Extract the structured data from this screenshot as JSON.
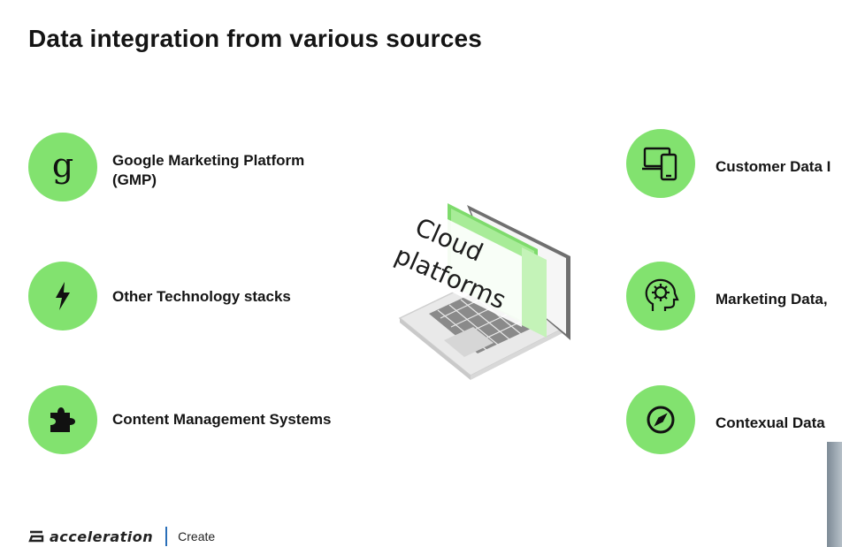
{
  "title": "Data integration from various sources",
  "left_items": [
    {
      "label": "Google Marketing Platform\n(GMP)",
      "icon": "google-g-icon"
    },
    {
      "label": "Other Technology stacks",
      "icon": "lightning-bolt-icon"
    },
    {
      "label": "Content Management Systems",
      "icon": "puzzle-piece-icon"
    }
  ],
  "right_items": [
    {
      "label": "Customer Data I",
      "icon": "devices-icon"
    },
    {
      "label": "Marketing Data,",
      "icon": "ai-head-icon"
    },
    {
      "label": "Contexual Data",
      "icon": "compass-icon"
    }
  ],
  "center": {
    "label_line1": "Cloud",
    "label_line2": "platforms",
    "icon": "laptop-icon"
  },
  "footer": {
    "brand": "acceleration",
    "tagline": "Create"
  },
  "colors": {
    "accent_green": "#82e26f",
    "divider_blue": "#2a6fb8"
  }
}
